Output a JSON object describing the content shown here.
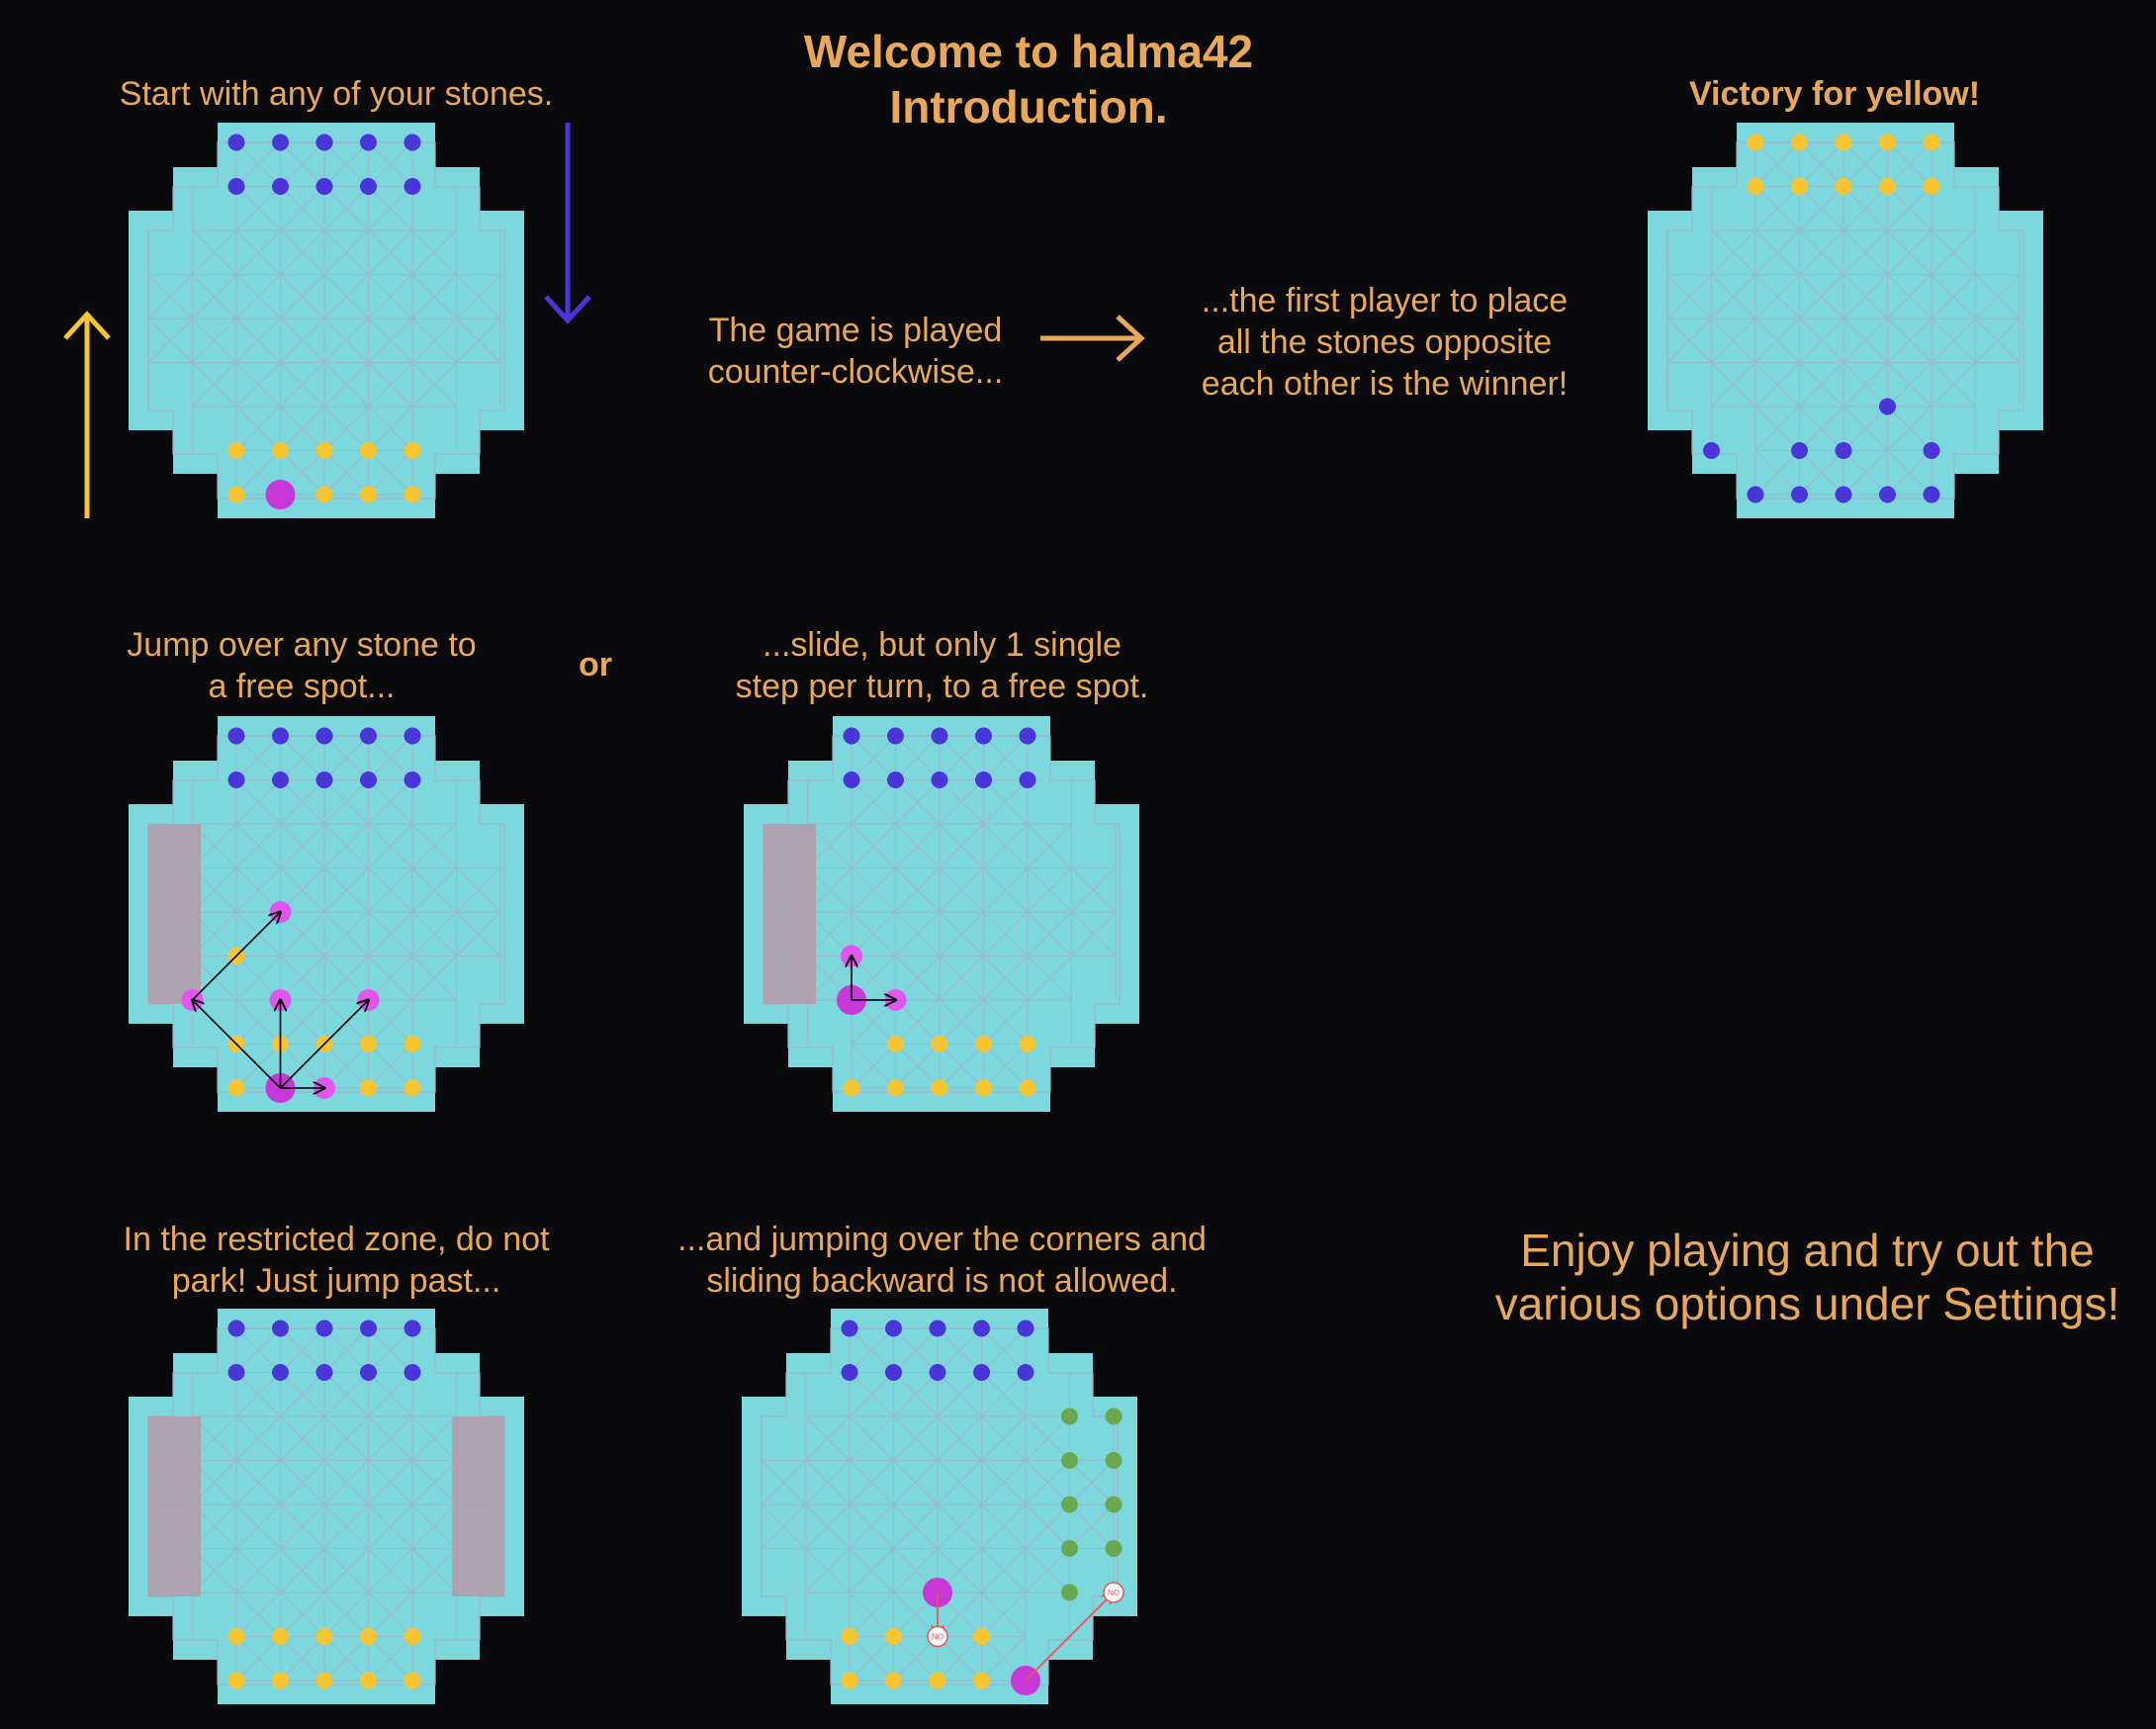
{
  "header": {
    "title_line1": "Welcome to halma42",
    "title_line2": "Introduction."
  },
  "steps": {
    "start": "Start with any of your stones.",
    "order_line1": "The game is played",
    "order_line2": "counter-clockwise...",
    "goal_line1": "...the first player to place",
    "goal_line2": "all the stones opposite",
    "goal_line3": "each other is the winner!",
    "victory": "Victory for yellow!",
    "jump_line1": "Jump over any stone to",
    "jump_line2": "a free spot...",
    "or": "or",
    "slide_line1": "...slide, but only 1 single",
    "slide_line2": "step per turn, to a free spot.",
    "zone_line1": "In the restricted zone, do not",
    "zone_line2": "park! Just jump past...",
    "corner_line1": "...and jumping over the corners and",
    "corner_line2": "sliding backward is not allowed.",
    "enjoy_line1": "Enjoy playing and try out the",
    "enjoy_line2": "various options under Settings!"
  },
  "badges": {
    "no": "NO"
  },
  "colors": {
    "background": "#0a0a0c",
    "text": "#e8a857",
    "board": "#7dd8de",
    "grid": "#9fb3c8",
    "yellow_stone": "#f7c531",
    "blue_stone": "#4a35d8",
    "green_stone": "#6aa84f",
    "selected_stone": "#c837d8",
    "target_spot": "#e256f0",
    "restricted_zone": "#b69aa8",
    "forbidden_arrow": "#e05a5a"
  },
  "boards": [
    {
      "name": "board-start",
      "stones": [
        [
          "b",
          2,
          0
        ],
        [
          "b",
          3,
          0
        ],
        [
          "b",
          4,
          0
        ],
        [
          "b",
          5,
          0
        ],
        [
          "b",
          6,
          0
        ],
        [
          "b",
          2,
          1
        ],
        [
          "b",
          3,
          1
        ],
        [
          "b",
          4,
          1
        ],
        [
          "b",
          5,
          1
        ],
        [
          "b",
          6,
          1
        ],
        [
          "y",
          2,
          7
        ],
        [
          "y",
          3,
          7
        ],
        [
          "y",
          4,
          7
        ],
        [
          "y",
          5,
          7
        ],
        [
          "y",
          6,
          7
        ],
        [
          "y",
          2,
          8
        ],
        [
          "s",
          3,
          8
        ],
        [
          "y",
          4,
          8
        ],
        [
          "y",
          5,
          8
        ],
        [
          "y",
          6,
          8
        ]
      ],
      "zones": [],
      "arrows": []
    },
    {
      "name": "board-victory",
      "stones": [
        [
          "y",
          2,
          0
        ],
        [
          "y",
          3,
          0
        ],
        [
          "y",
          4,
          0
        ],
        [
          "y",
          5,
          0
        ],
        [
          "y",
          6,
          0
        ],
        [
          "y",
          2,
          1
        ],
        [
          "y",
          3,
          1
        ],
        [
          "y",
          4,
          1
        ],
        [
          "y",
          5,
          1
        ],
        [
          "y",
          6,
          1
        ],
        [
          "b",
          5,
          6
        ],
        [
          "b",
          1,
          7
        ],
        [
          "b",
          3,
          7
        ],
        [
          "b",
          4,
          7
        ],
        [
          "b",
          6,
          7
        ],
        [
          "b",
          2,
          8
        ],
        [
          "b",
          3,
          8
        ],
        [
          "b",
          4,
          8
        ],
        [
          "b",
          5,
          8
        ],
        [
          "b",
          6,
          8
        ]
      ],
      "zones": [],
      "arrows": []
    },
    {
      "name": "board-jump",
      "stones": [
        [
          "b",
          2,
          0
        ],
        [
          "b",
          3,
          0
        ],
        [
          "b",
          4,
          0
        ],
        [
          "b",
          5,
          0
        ],
        [
          "b",
          6,
          0
        ],
        [
          "b",
          2,
          1
        ],
        [
          "b",
          3,
          1
        ],
        [
          "b",
          4,
          1
        ],
        [
          "b",
          5,
          1
        ],
        [
          "b",
          6,
          1
        ],
        [
          "t",
          3,
          4
        ],
        [
          "y",
          2,
          5
        ],
        [
          "t",
          1,
          6
        ],
        [
          "t",
          3,
          6
        ],
        [
          "t",
          5,
          6
        ],
        [
          "y",
          2,
          7
        ],
        [
          "y",
          3,
          7
        ],
        [
          "y",
          4,
          7
        ],
        [
          "y",
          5,
          7
        ],
        [
          "y",
          6,
          7
        ],
        [
          "y",
          2,
          8
        ],
        [
          "s",
          3,
          8
        ],
        [
          "t",
          4,
          8
        ],
        [
          "y",
          5,
          8
        ],
        [
          "y",
          6,
          8
        ]
      ],
      "zones": [
        "left"
      ],
      "arrows": [
        [
          3,
          8,
          1,
          6,
          "k"
        ],
        [
          1,
          6,
          3,
          4,
          "k"
        ],
        [
          3,
          8,
          3,
          6,
          "k"
        ],
        [
          3,
          8,
          5,
          6,
          "k"
        ],
        [
          3,
          8,
          4,
          8,
          "k"
        ]
      ]
    },
    {
      "name": "board-slide",
      "stones": [
        [
          "b",
          2,
          0
        ],
        [
          "b",
          3,
          0
        ],
        [
          "b",
          4,
          0
        ],
        [
          "b",
          5,
          0
        ],
        [
          "b",
          6,
          0
        ],
        [
          "b",
          2,
          1
        ],
        [
          "b",
          3,
          1
        ],
        [
          "b",
          4,
          1
        ],
        [
          "b",
          5,
          1
        ],
        [
          "b",
          6,
          1
        ],
        [
          "t",
          2,
          5
        ],
        [
          "s",
          2,
          6
        ],
        [
          "t",
          3,
          6
        ],
        [
          "y",
          3,
          7
        ],
        [
          "y",
          4,
          7
        ],
        [
          "y",
          5,
          7
        ],
        [
          "y",
          6,
          7
        ],
        [
          "y",
          2,
          8
        ],
        [
          "y",
          3,
          8
        ],
        [
          "y",
          4,
          8
        ],
        [
          "y",
          5,
          8
        ],
        [
          "y",
          6,
          8
        ]
      ],
      "zones": [
        "left"
      ],
      "arrows": [
        [
          2,
          6,
          2,
          5,
          "k"
        ],
        [
          2,
          6,
          3,
          6,
          "k"
        ]
      ]
    },
    {
      "name": "board-restricted",
      "stones": [
        [
          "b",
          2,
          0
        ],
        [
          "b",
          3,
          0
        ],
        [
          "b",
          4,
          0
        ],
        [
          "b",
          5,
          0
        ],
        [
          "b",
          6,
          0
        ],
        [
          "b",
          2,
          1
        ],
        [
          "b",
          3,
          1
        ],
        [
          "b",
          4,
          1
        ],
        [
          "b",
          5,
          1
        ],
        [
          "b",
          6,
          1
        ],
        [
          "y",
          2,
          7
        ],
        [
          "y",
          3,
          7
        ],
        [
          "y",
          4,
          7
        ],
        [
          "y",
          5,
          7
        ],
        [
          "y",
          6,
          7
        ],
        [
          "y",
          2,
          8
        ],
        [
          "y",
          3,
          8
        ],
        [
          "y",
          4,
          8
        ],
        [
          "y",
          5,
          8
        ],
        [
          "y",
          6,
          8
        ]
      ],
      "zones": [
        "left",
        "right"
      ],
      "arrows": []
    },
    {
      "name": "board-corners",
      "stones": [
        [
          "b",
          2,
          0
        ],
        [
          "b",
          3,
          0
        ],
        [
          "b",
          4,
          0
        ],
        [
          "b",
          5,
          0
        ],
        [
          "b",
          6,
          0
        ],
        [
          "b",
          2,
          1
        ],
        [
          "b",
          3,
          1
        ],
        [
          "b",
          4,
          1
        ],
        [
          "b",
          5,
          1
        ],
        [
          "b",
          6,
          1
        ],
        [
          "g",
          7,
          2
        ],
        [
          "g",
          8,
          2
        ],
        [
          "g",
          7,
          3
        ],
        [
          "g",
          8,
          3
        ],
        [
          "g",
          7,
          4
        ],
        [
          "g",
          8,
          4
        ],
        [
          "g",
          7,
          5
        ],
        [
          "g",
          8,
          5
        ],
        [
          "g",
          7,
          6
        ],
        [
          "s",
          4,
          6
        ],
        [
          "n",
          8,
          6
        ],
        [
          "y",
          2,
          7
        ],
        [
          "y",
          3,
          7
        ],
        [
          "n",
          4,
          7
        ],
        [
          "y",
          5,
          7
        ],
        [
          "y",
          2,
          8
        ],
        [
          "y",
          3,
          8
        ],
        [
          "y",
          4,
          8
        ],
        [
          "y",
          5,
          8
        ],
        [
          "s",
          6,
          8
        ]
      ],
      "zones": [],
      "arrows": [
        [
          4,
          6,
          4,
          7,
          "r"
        ],
        [
          6,
          8,
          8,
          6,
          "r"
        ]
      ]
    }
  ]
}
